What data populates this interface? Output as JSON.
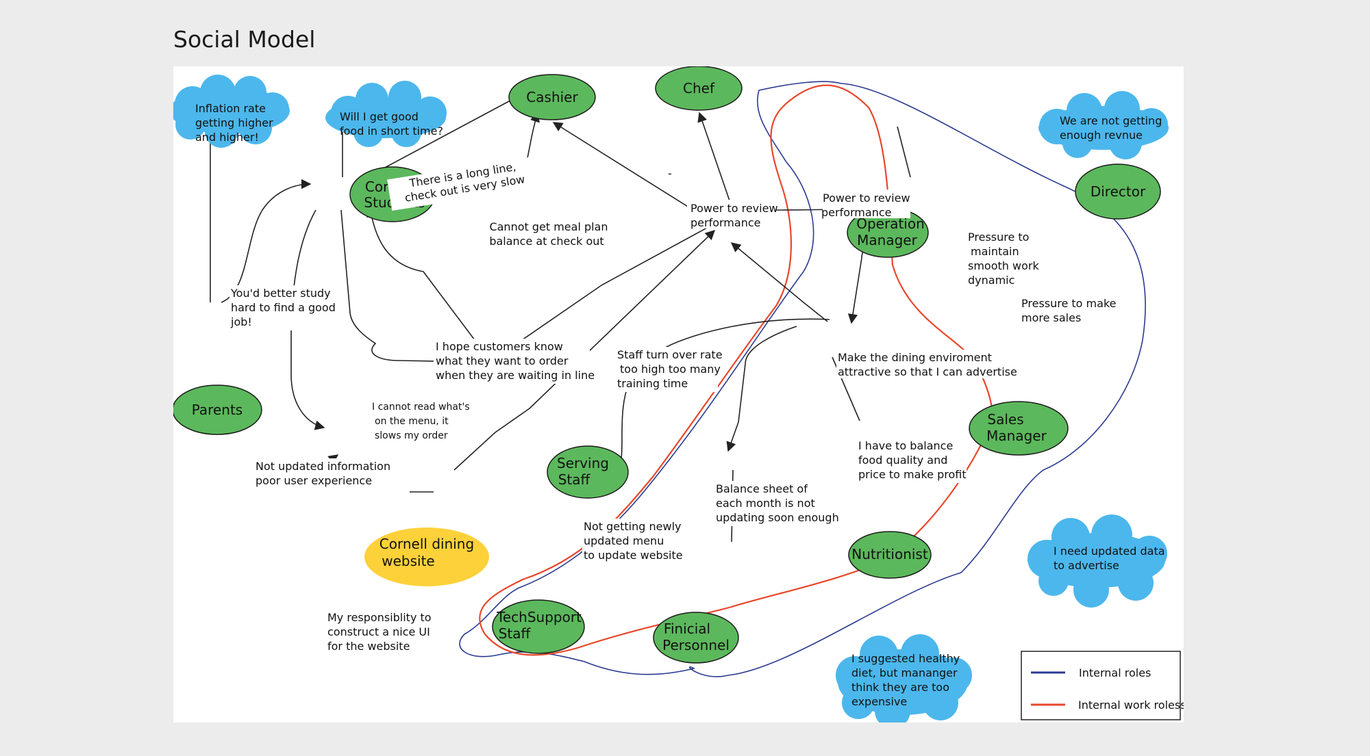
{
  "title": "Social Model",
  "colors": {
    "node_fill": "#5cb85c",
    "website_fill": "#fdd13a",
    "cloud_fill": "#4cb7ec",
    "internal_roles_line": "#2b3a8f",
    "internal_work_roles_line": "#e8472a"
  },
  "nodes": {
    "cashier": "Cashier",
    "chef": "Chef",
    "students": [
      "Cornell",
      "Students"
    ],
    "director": "Director",
    "operation_manager": [
      "Operation",
      "Manager"
    ],
    "parents": "Parents",
    "serving_staff": [
      "Serving",
      "Staff"
    ],
    "sales_manager": [
      "Sales",
      "Manager"
    ],
    "website": [
      "Cornell dining",
      "website"
    ],
    "nutritionist": "Nutritionist",
    "techsupport": [
      "TechSupport",
      "Staff"
    ],
    "finicial": [
      "Finicial",
      "Personnel"
    ]
  },
  "clouds": {
    "inflation": [
      "Inflation rate",
      "getting higher",
      "and higher!"
    ],
    "good_food": [
      "Will I get good",
      "food in short time?"
    ],
    "revenue": [
      "We are not getting",
      "enough revnue"
    ],
    "updated_data": [
      "I need updated data",
      "to advertise"
    ],
    "healthy_diet": [
      "I suggested healthy",
      "diet, but mananger",
      "think they are too",
      "expensive"
    ]
  },
  "edge_labels": {
    "long_line": [
      "There is a long line,",
      "check out is very slow"
    ],
    "meal_plan": [
      "Cannot get meal plan",
      "balance at check out"
    ],
    "power_cashier": [
      "Power to review",
      "performance"
    ],
    "power_chef": [
      "Power to review",
      "performance"
    ],
    "pressure_maintain": [
      "Pressure to",
      "maintain",
      "smooth work",
      "dynamic"
    ],
    "pressure_sales": [
      "Pressure to make",
      "more sales"
    ],
    "study": [
      "You'd better study",
      "hard to find a good",
      "job!"
    ],
    "hope_customers": [
      "I hope customers know",
      "what they want to order",
      "when they are waiting in line"
    ],
    "staff_turnover": [
      "Staff turn over rate",
      "too high too many",
      "training time"
    ],
    "dining_env": [
      "Make the dining enviroment",
      "attractive so that I can advertise"
    ],
    "cannot_read": [
      "I cannot read what's",
      "on the menu, it",
      "slows my order"
    ],
    "not_updated": [
      "Not updated information",
      "poor user experience"
    ],
    "balance_food": [
      "I have to balance",
      "food quality and",
      "price to make profit"
    ],
    "balance_sheet": [
      "Balance sheet of",
      "each month is not",
      "updating soon enough"
    ],
    "newly_menu": [
      "Not getting newly",
      "updated menu",
      "to update website"
    ],
    "responsibility": [
      "My responsiblity to",
      "construct a nice UI",
      "for the website"
    ],
    "dash": "-"
  },
  "legend": {
    "internal_roles": "Internal roles",
    "internal_work_roles": "Internal work roless"
  }
}
